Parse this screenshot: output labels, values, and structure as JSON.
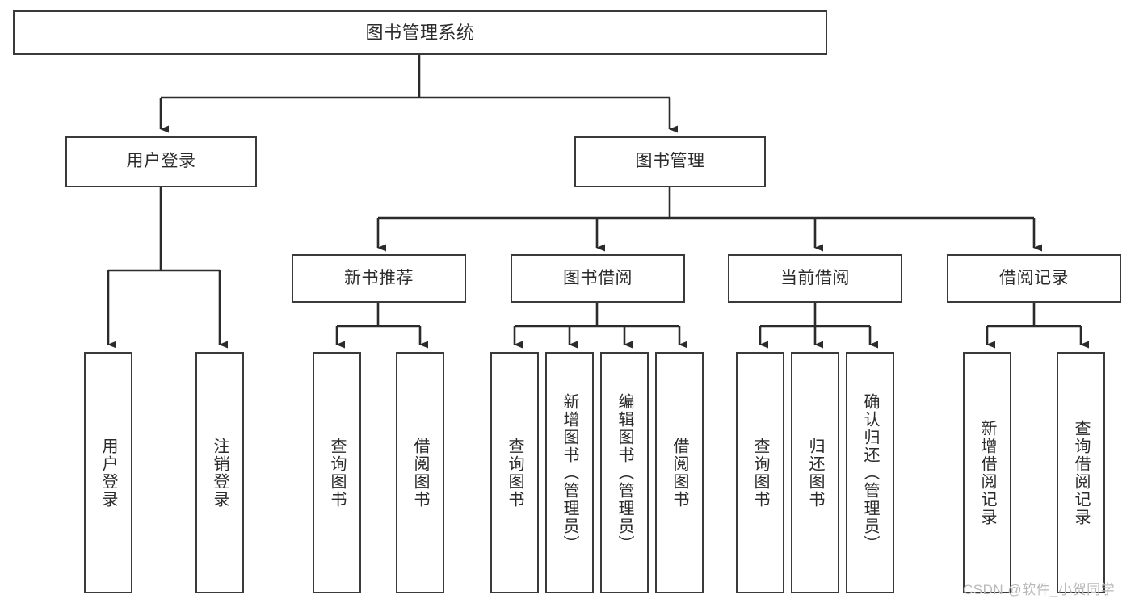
{
  "diagram": {
    "title": "图书管理系统",
    "type": "hierarchy-tree",
    "levels": 4,
    "colors": {
      "box_border": "#3a3a3a",
      "box_fill": "#ffffff",
      "connector": "#2b2b2b",
      "text": "#2b2b2b",
      "watermark": "#b9b9b9",
      "background": "#ffffff"
    },
    "root": {
      "label": "图书管理系统"
    },
    "level2": [
      {
        "label": "用户登录"
      },
      {
        "label": "图书管理"
      }
    ],
    "level3": [
      {
        "label": "新书推荐"
      },
      {
        "label": "图书借阅"
      },
      {
        "label": "当前借阅"
      },
      {
        "label": "借阅记录"
      }
    ],
    "leaves": {
      "user_login": [
        {
          "label": "用户登录"
        },
        {
          "label": "注销登录"
        }
      ],
      "new_book_recommend": [
        {
          "label": "查询图书"
        },
        {
          "label": "借阅图书"
        }
      ],
      "book_borrow": [
        {
          "label": "查询图书"
        },
        {
          "label": "新增图书（管理员）"
        },
        {
          "label": "编辑图书（管理员）"
        },
        {
          "label": "借阅图书"
        }
      ],
      "current_borrow": [
        {
          "label": "查询图书"
        },
        {
          "label": "归还图书"
        },
        {
          "label": "确认归还（管理员）"
        }
      ],
      "borrow_record": [
        {
          "label": "新增借阅记录"
        },
        {
          "label": "查询借阅记录"
        }
      ]
    }
  },
  "watermark": {
    "text": "CSDN @软件_小贺同学"
  }
}
